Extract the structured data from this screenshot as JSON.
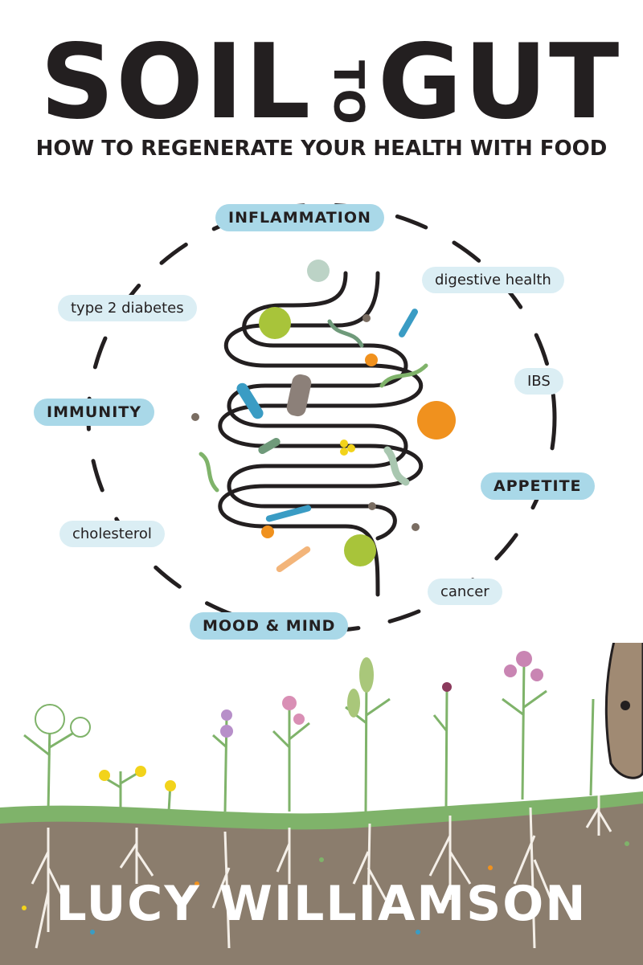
{
  "cover": {
    "title_part1": "SOIL",
    "title_connector": "TO",
    "title_part2": "GUT",
    "subtitle": "HOW TO REGENERATE YOUR HEALTH WITH FOOD",
    "author": "LUCY WILLIAMSON"
  },
  "tags": {
    "inflammation": "INFLAMMATION",
    "digestive_health": "digestive health",
    "type2_diabetes": "type 2 diabetes",
    "ibs": "IBS",
    "immunity": "IMMUNITY",
    "appetite": "APPETITE",
    "cholesterol": "cholesterol",
    "cancer": "cancer",
    "mood_mind": "MOOD & MIND"
  },
  "colors": {
    "title_text": "#231f20",
    "tag_dark": "#a9d8e8",
    "tag_light": "#dbeef4",
    "soil": "#8b7d6d",
    "grass": "#7fb36a",
    "microbe_green": "#a8c43a",
    "microbe_orange": "#f0911e",
    "microbe_blue": "#3a9cc4"
  },
  "icons": [
    "gut-illustration",
    "microbe-icons",
    "plants-illustration",
    "roots-illustration",
    "cow-head-illustration"
  ]
}
